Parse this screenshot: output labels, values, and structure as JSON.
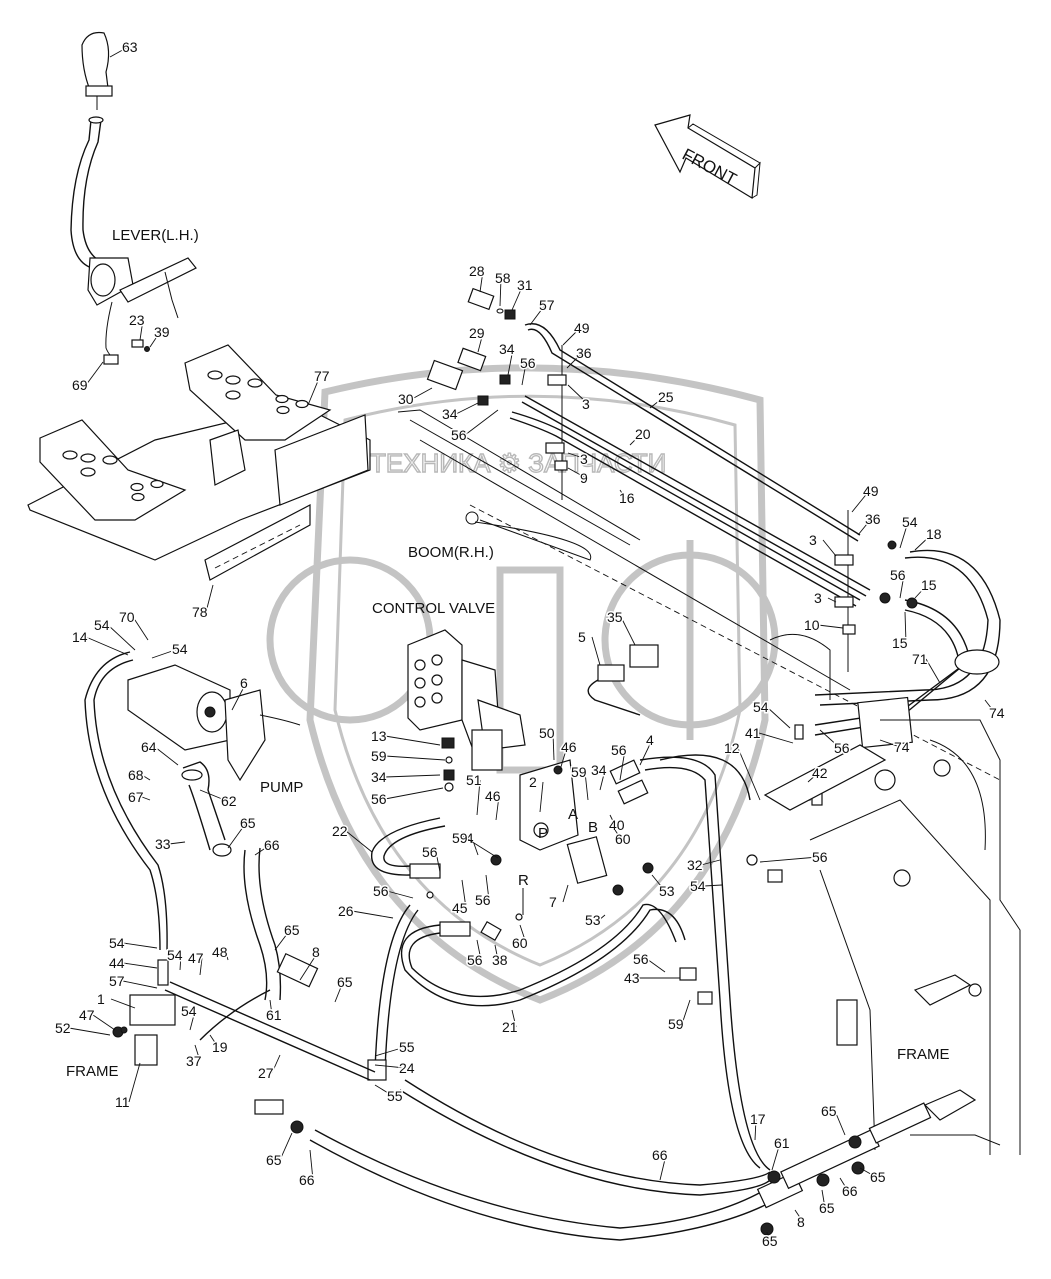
{
  "diagram": {
    "title_labels": {
      "lever": "LEVER(L.H.)",
      "boom": "BOOM(R.H.)",
      "control_valve": "CONTROL VALVE",
      "pump": "PUMP",
      "frame_left": "FRAME",
      "frame_right": "FRAME",
      "front_arrow": "FRONT",
      "port_a": "A",
      "port_b": "B",
      "port_p": "P",
      "port_r": "R"
    },
    "watermark": {
      "text": "ТЕХНИКА ⚙ ЗАПЧАСТИ",
      "logo": "ЭПФ"
    },
    "callouts": [
      {
        "id": "c63",
        "n": "63"
      },
      {
        "id": "c23",
        "n": "23"
      },
      {
        "id": "c39",
        "n": "39"
      },
      {
        "id": "c69",
        "n": "69"
      },
      {
        "id": "c77",
        "n": "77"
      },
      {
        "id": "c78",
        "n": "78"
      },
      {
        "id": "c28",
        "n": "28"
      },
      {
        "id": "c58",
        "n": "58"
      },
      {
        "id": "c31",
        "n": "31"
      },
      {
        "id": "c57a",
        "n": "57"
      },
      {
        "id": "c49a",
        "n": "49"
      },
      {
        "id": "c36a",
        "n": "36"
      },
      {
        "id": "c29",
        "n": "29"
      },
      {
        "id": "c34a",
        "n": "34"
      },
      {
        "id": "c56a",
        "n": "56"
      },
      {
        "id": "c30",
        "n": "30"
      },
      {
        "id": "c34b",
        "n": "34"
      },
      {
        "id": "c56b",
        "n": "56"
      },
      {
        "id": "c3a",
        "n": "3"
      },
      {
        "id": "c25",
        "n": "25"
      },
      {
        "id": "c20",
        "n": "20"
      },
      {
        "id": "c3b",
        "n": "3"
      },
      {
        "id": "c9",
        "n": "9"
      },
      {
        "id": "c16",
        "n": "16"
      },
      {
        "id": "c49b",
        "n": "49"
      },
      {
        "id": "c36b",
        "n": "36"
      },
      {
        "id": "c54a",
        "n": "54"
      },
      {
        "id": "c18",
        "n": "18"
      },
      {
        "id": "c3c",
        "n": "3"
      },
      {
        "id": "c56c",
        "n": "56"
      },
      {
        "id": "c15a",
        "n": "15"
      },
      {
        "id": "c3d",
        "n": "3"
      },
      {
        "id": "c15b",
        "n": "15"
      },
      {
        "id": "c10",
        "n": "10"
      },
      {
        "id": "c71",
        "n": "71"
      },
      {
        "id": "c74a",
        "n": "74"
      },
      {
        "id": "c74b",
        "n": "74"
      },
      {
        "id": "c35",
        "n": "35"
      },
      {
        "id": "c5",
        "n": "5"
      },
      {
        "id": "c14",
        "n": "14"
      },
      {
        "id": "c54b",
        "n": "54"
      },
      {
        "id": "c70",
        "n": "70"
      },
      {
        "id": "c54c",
        "n": "54"
      },
      {
        "id": "c6",
        "n": "6"
      },
      {
        "id": "c64",
        "n": "64"
      },
      {
        "id": "c68",
        "n": "68"
      },
      {
        "id": "c67",
        "n": "67"
      },
      {
        "id": "c62",
        "n": "62"
      },
      {
        "id": "c33",
        "n": "33"
      },
      {
        "id": "c65a",
        "n": "65"
      },
      {
        "id": "c66a",
        "n": "66"
      },
      {
        "id": "c13",
        "n": "13"
      },
      {
        "id": "c59a",
        "n": "59"
      },
      {
        "id": "c34c",
        "n": "34"
      },
      {
        "id": "c56d",
        "n": "56"
      },
      {
        "id": "c50",
        "n": "50"
      },
      {
        "id": "c46a",
        "n": "46"
      },
      {
        "id": "c51",
        "n": "51"
      },
      {
        "id": "c2",
        "n": "2"
      },
      {
        "id": "c46b",
        "n": "46"
      },
      {
        "id": "c59b",
        "n": "59"
      },
      {
        "id": "c34d",
        "n": "34"
      },
      {
        "id": "c56e",
        "n": "56"
      },
      {
        "id": "c4",
        "n": "4"
      },
      {
        "id": "c40",
        "n": "40"
      },
      {
        "id": "c60a",
        "n": "60"
      },
      {
        "id": "c22",
        "n": "22"
      },
      {
        "id": "c56f",
        "n": "56"
      },
      {
        "id": "c34e",
        "n": "34"
      },
      {
        "id": "c59c",
        "n": "59"
      },
      {
        "id": "c56g",
        "n": "56"
      },
      {
        "id": "c45",
        "n": "45"
      },
      {
        "id": "c56h",
        "n": "56"
      },
      {
        "id": "c7",
        "n": "7"
      },
      {
        "id": "c53a",
        "n": "53"
      },
      {
        "id": "c53b",
        "n": "53"
      },
      {
        "id": "c26",
        "n": "26"
      },
      {
        "id": "c56i",
        "n": "56"
      },
      {
        "id": "c38",
        "n": "38"
      },
      {
        "id": "c60b",
        "n": "60"
      },
      {
        "id": "c54d",
        "n": "54"
      },
      {
        "id": "c41",
        "n": "41"
      },
      {
        "id": "c56j",
        "n": "56"
      },
      {
        "id": "c42",
        "n": "42"
      },
      {
        "id": "c12",
        "n": "12"
      },
      {
        "id": "c32",
        "n": "32"
      },
      {
        "id": "c56k",
        "n": "56"
      },
      {
        "id": "c54e",
        "n": "54"
      },
      {
        "id": "c56l",
        "n": "56"
      },
      {
        "id": "c43",
        "n": "43"
      },
      {
        "id": "c59d",
        "n": "59"
      },
      {
        "id": "c21",
        "n": "21"
      },
      {
        "id": "c54f",
        "n": "54"
      },
      {
        "id": "c44",
        "n": "44"
      },
      {
        "id": "c54g",
        "n": "54"
      },
      {
        "id": "c47a",
        "n": "47"
      },
      {
        "id": "c48",
        "n": "48"
      },
      {
        "id": "c57b",
        "n": "57"
      },
      {
        "id": "c1",
        "n": "1"
      },
      {
        "id": "c65b",
        "n": "65"
      },
      {
        "id": "c8a",
        "n": "8"
      },
      {
        "id": "c54h",
        "n": "54"
      },
      {
        "id": "c65c",
        "n": "65"
      },
      {
        "id": "c61a",
        "n": "61"
      },
      {
        "id": "c52",
        "n": "52"
      },
      {
        "id": "c47b",
        "n": "47"
      },
      {
        "id": "c37",
        "n": "37"
      },
      {
        "id": "c19",
        "n": "19"
      },
      {
        "id": "c11",
        "n": "11"
      },
      {
        "id": "c27",
        "n": "27"
      },
      {
        "id": "c55a",
        "n": "55"
      },
      {
        "id": "c24",
        "n": "24"
      },
      {
        "id": "c55b",
        "n": "55"
      },
      {
        "id": "c17",
        "n": "17"
      },
      {
        "id": "c65d",
        "n": "65"
      },
      {
        "id": "c61b",
        "n": "61"
      },
      {
        "id": "c66b",
        "n": "66"
      },
      {
        "id": "c65e",
        "n": "65"
      },
      {
        "id": "c66c",
        "n": "66"
      },
      {
        "id": "c65f",
        "n": "65"
      },
      {
        "id": "c8b",
        "n": "8"
      },
      {
        "id": "c65g",
        "n": "65"
      },
      {
        "id": "c65h",
        "n": "65"
      },
      {
        "id": "c66d",
        "n": "66"
      }
    ]
  }
}
